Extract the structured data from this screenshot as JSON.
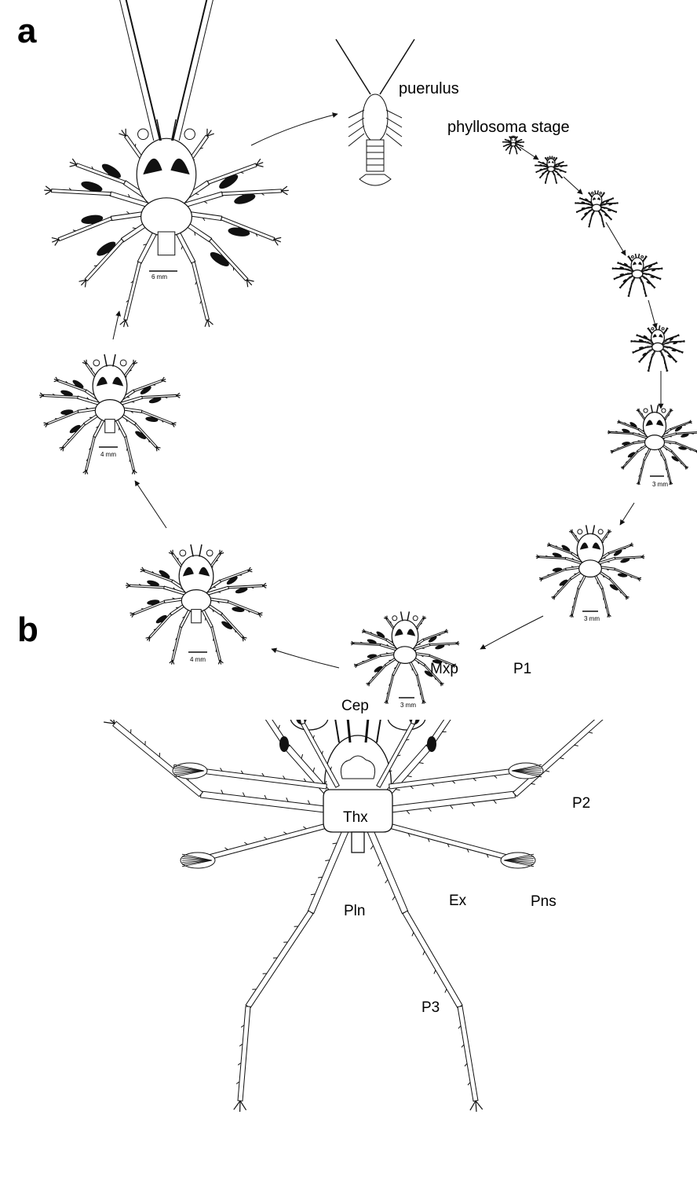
{
  "panels": {
    "a": {
      "label": "a",
      "puerulus_label": "puerulus",
      "phyllosoma_label": "phyllosoma stage",
      "scale_labels": {
        "large_adult": "6 mm",
        "left_middle": "4 mm",
        "left_lower": "4 mm",
        "bottom_center": "3 mm",
        "right_lower": "3 mm",
        "right_middle": "3 mm"
      }
    },
    "b": {
      "label": "b",
      "part_labels": {
        "cephalon": "Cep",
        "thorax": "Thx",
        "maxilliped": "Mxp",
        "pereiopod_1": "P1",
        "pereiopod_2": "P2",
        "pereiopod_3": "P3",
        "exopod": "Ex",
        "pleon": "Pln",
        "pns": "Pns"
      }
    }
  },
  "colors": {
    "ink": "#111111",
    "fill": "#ffffff",
    "background": "#ffffff"
  }
}
